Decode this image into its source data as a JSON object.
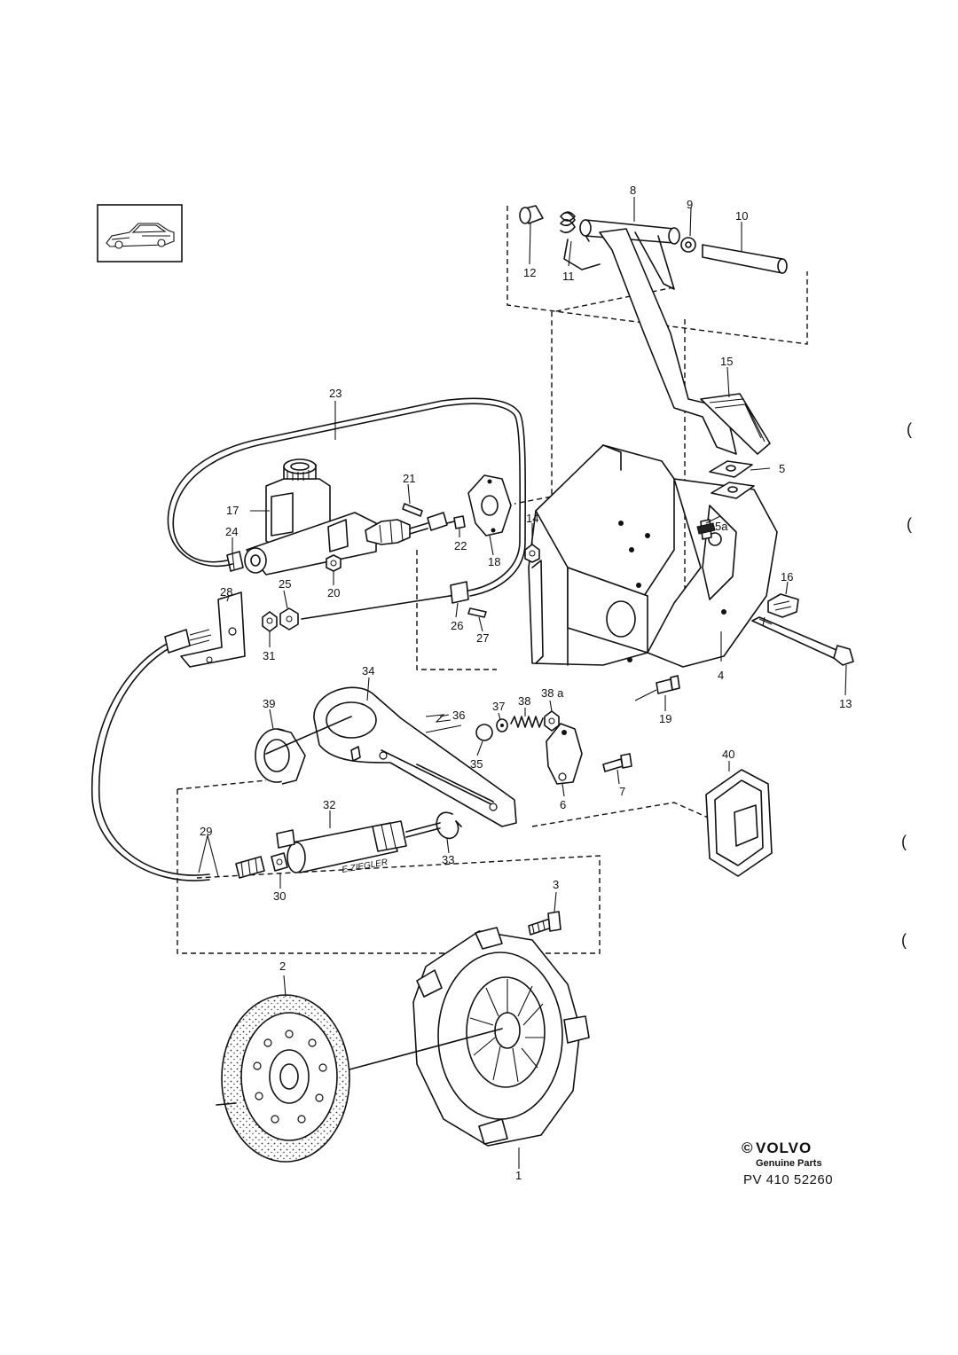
{
  "callouts": {
    "c1": "1",
    "c2": "2",
    "c3": "3",
    "c4": "4",
    "c5": "5",
    "c5a": "5a",
    "c6": "6",
    "c7": "7",
    "c8": "8",
    "c9": "9",
    "c10": "10",
    "c11": "11",
    "c12": "12",
    "c13": "13",
    "c14": "14",
    "c15": "15",
    "c16": "16",
    "c17": "17",
    "c18": "18",
    "c19": "19",
    "c20": "20",
    "c21": "21",
    "c22": "22",
    "c23": "23",
    "c24": "24",
    "c25": "25",
    "c26": "26",
    "c27": "27",
    "c28": "28",
    "c29": "29",
    "c30": "30",
    "c31": "31",
    "c32": "32",
    "c33": "33",
    "c34": "34",
    "c35": "35",
    "c36": "36",
    "c37": "37",
    "c38": "38",
    "c38a": "38 a",
    "c39": "39",
    "c40": "40"
  },
  "slave_cylinder_marking": "E.ZIEGLER",
  "brand": {
    "copyright": "©",
    "name": "VOLVO",
    "subtitle": "Genuine Parts",
    "code": "PV 410  52260"
  },
  "margin_marks": [
    "(",
    "(",
    "(",
    "("
  ],
  "icons": {
    "vehicle_thumbnail": "car-side-view-icon"
  }
}
